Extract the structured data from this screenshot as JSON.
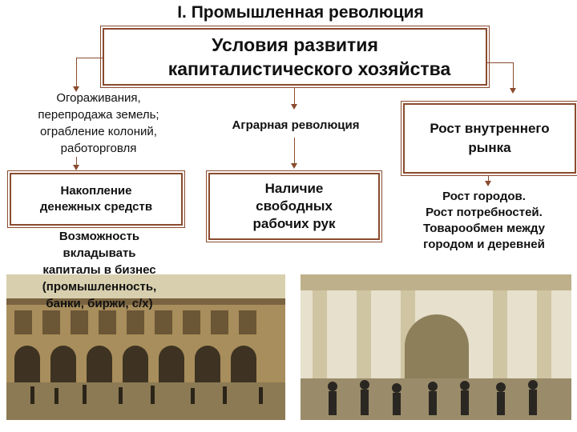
{
  "title": "I. Промышленная революция",
  "main_box": {
    "line1": "Условия развития",
    "line2": "капиталистического хозяйства"
  },
  "left_text": [
    "Огораживания,",
    "перепродажа земель;",
    "ограбление колоний,",
    "работорговля"
  ],
  "left_box": [
    "Накопление",
    "денежных средств"
  ],
  "left_bottom": [
    "Возможность",
    "вкладывать",
    "капиталы в бизнес",
    "(промышленность,",
    "банки, биржи, с/х)"
  ],
  "middle_text": "Аграрная революция",
  "middle_box": [
    "Наличие",
    "свободных",
    "рабочих рук"
  ],
  "right_box": [
    "Рост внутреннего",
    "рынка"
  ],
  "right_text": [
    "Рост городов.",
    "Рост потребностей.",
    "Товарообмен между",
    "городом и деревней"
  ],
  "colors": {
    "frame": "#8a4b2e",
    "painting_sky": "#d8cfae",
    "painting_stone": "#a88e5c"
  }
}
